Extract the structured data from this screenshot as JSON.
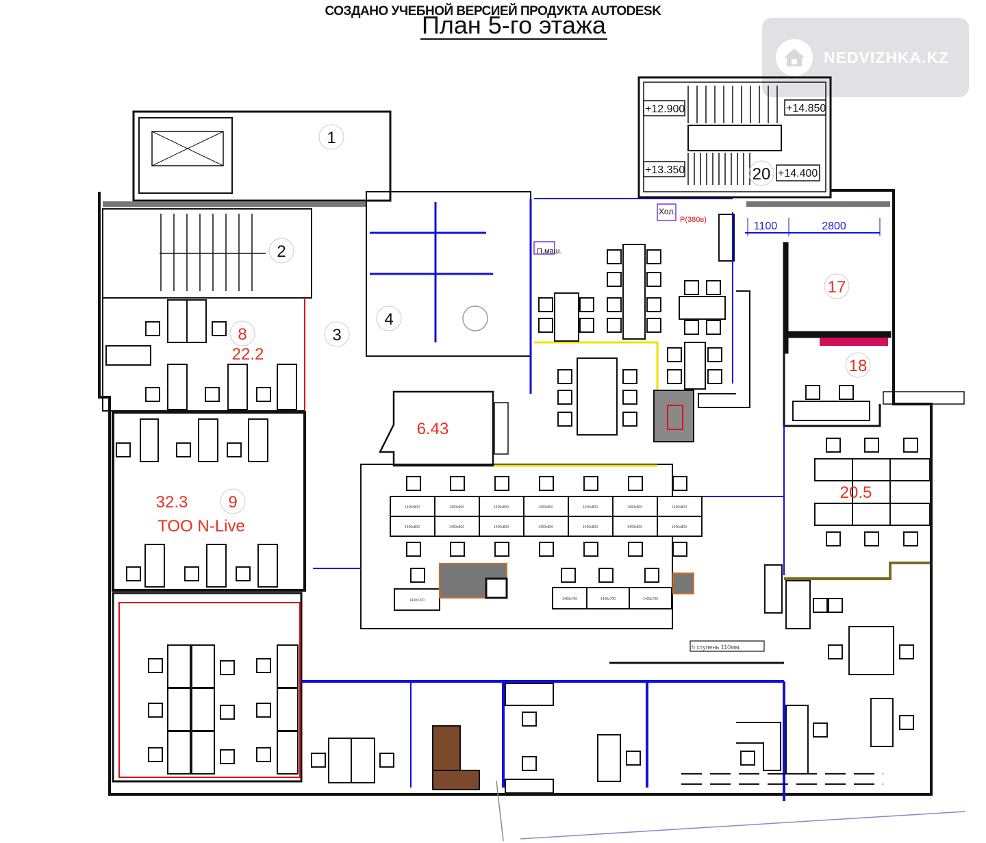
{
  "header": {
    "watermark": "СОЗДАНО УЧЕБНОЙ ВЕРСИЕЙ ПРОДУКТА AUTODESK",
    "title": "План 5-го  этажа"
  },
  "badge": {
    "text": "NEDVIZHKA.KZ",
    "icon": "house-icon"
  },
  "rooms": {
    "r1": "1",
    "r2": "2",
    "r3": "3",
    "r4": "4",
    "r8": "8",
    "r8_area": "22.2",
    "r9": "9",
    "r9_area": "32.3",
    "r9_tenant": "TOO N-Live",
    "r17": "17",
    "r18": "18",
    "r20": "20",
    "r_small_area": "6.43",
    "r_right_area": "20.5"
  },
  "levels": [
    "+12.900",
    "+14.850",
    "+13.350",
    "+14.400"
  ],
  "dimensions": [
    "1100",
    "2800"
  ],
  "annotations": {
    "fridge": "Хол.",
    "socket": "P(380в)",
    "washer": "П.маш.",
    "step_note": "h ступень 110мм."
  },
  "desk_labels": {
    "large": "1400x800",
    "small": "1400x700"
  },
  "colors": {
    "wall": "#111111",
    "network": "#1010e0",
    "electric": "#e01010",
    "accent_yellow": "#f0e000",
    "furniture_brown": "#7a4a2a"
  }
}
